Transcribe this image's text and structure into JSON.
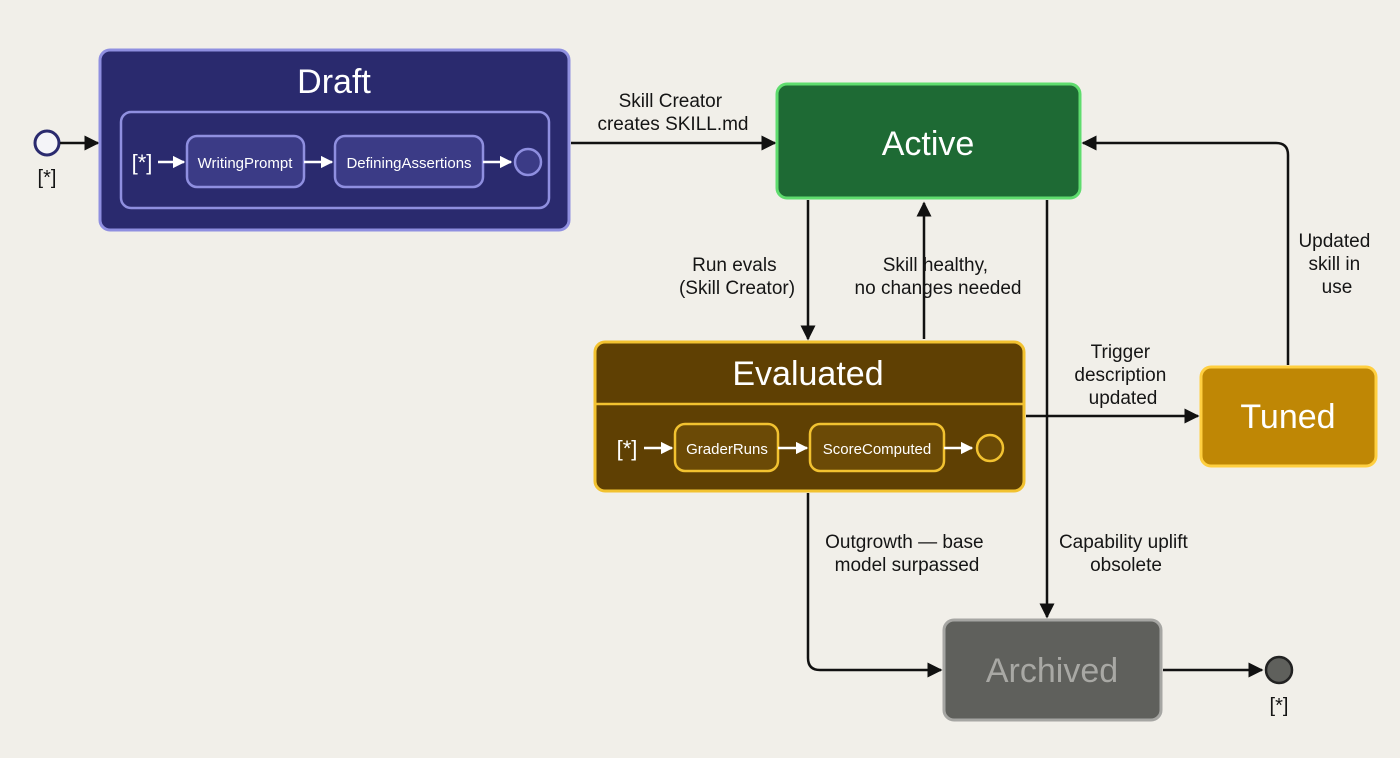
{
  "initial_label": "[*]",
  "final_label": "[*]",
  "states": {
    "draft": {
      "title": "Draft",
      "substates": [
        "WritingPrompt",
        "DefiningAssertions"
      ],
      "start_label": "[*]"
    },
    "active": {
      "title": "Active"
    },
    "evaluated": {
      "title": "Evaluated",
      "substates": [
        "GraderRuns",
        "ScoreComputed"
      ],
      "start_label": "[*]"
    },
    "tuned": {
      "title": "Tuned"
    },
    "archived": {
      "title": "Archived"
    }
  },
  "transitions": {
    "draft_to_active": [
      "Skill Creator",
      "creates SKILL.md"
    ],
    "active_to_evaluated": [
      "Run evals",
      "(Skill Creator)"
    ],
    "evaluated_to_active": [
      "Skill healthy,",
      "no changes needed"
    ],
    "evaluated_to_tuned": [
      "Trigger",
      "description",
      "updated"
    ],
    "tuned_to_active": [
      "Updated",
      "skill in",
      "use"
    ],
    "evaluated_to_archived": [
      "Outgrowth — base",
      "model surpassed"
    ],
    "active_to_archived": [
      "Capability uplift",
      "obsolete"
    ]
  },
  "colors": {
    "background": "#f1efe9",
    "draft_fill": "#2a2a6e",
    "draft_border": "#8f8fe0",
    "active_fill": "#1e6a34",
    "active_border": "#5fdc6e",
    "evaluated_fill": "#5f4003",
    "evaluated_border": "#f2c230",
    "tuned_fill": "#bf8705",
    "tuned_border": "#ffcf40",
    "archived_fill": "#5f605c",
    "archived_border": "#a6a6a3",
    "archived_text": "#a8a8a4",
    "arrow": "#111111"
  }
}
